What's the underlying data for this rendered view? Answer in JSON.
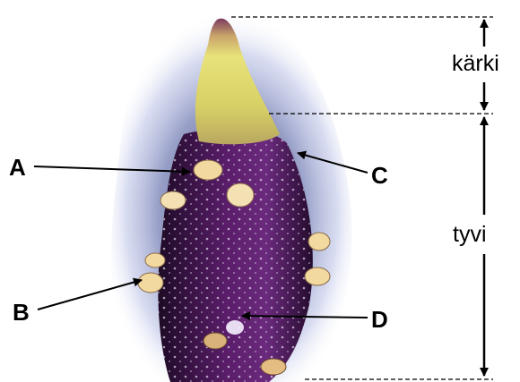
{
  "labels": {
    "a": "A",
    "b": "B",
    "c": "C",
    "d": "D",
    "tip": "kärki",
    "base": "tyvi"
  },
  "colors": {
    "body_purple": "#4a1656",
    "tip_yellow": "#dfd56a",
    "halo": "#a9b2e0",
    "leader": "#000000"
  }
}
